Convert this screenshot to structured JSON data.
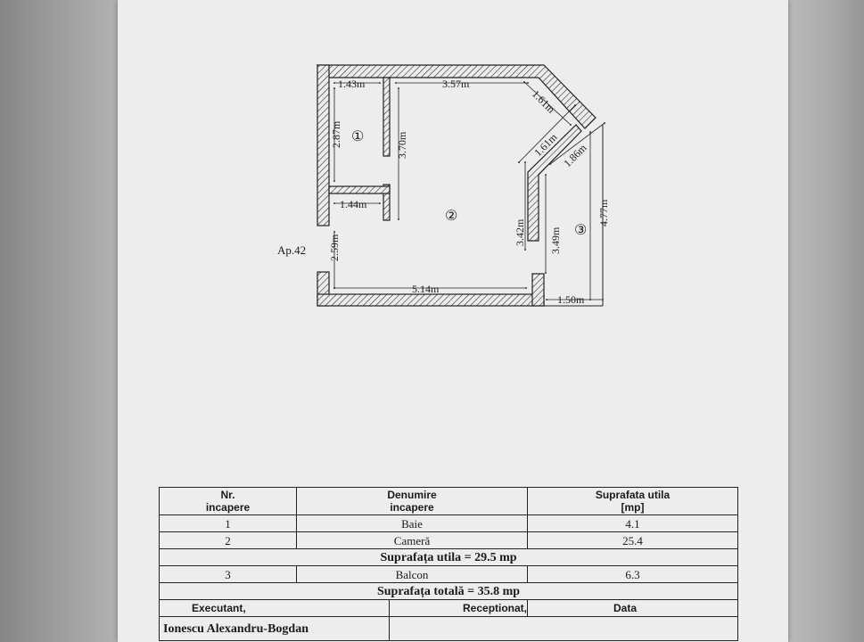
{
  "plan": {
    "apartment_label": "Ap.42",
    "dimensions": {
      "d_1_43": "1.43m",
      "d_3_57": "3.57m",
      "d_1_61_outer": "1.61m",
      "d_1_61_inner": "1.61m",
      "d_1_86": "1.86m",
      "d_2_87": "2.87m",
      "d_3_70": "3.70m",
      "d_1_44": "1.44m",
      "d_2_59": "2.59m",
      "d_5_14": "5.14m",
      "d_3_42": "3.42m",
      "d_3_49": "3.49m",
      "d_4_77": "4.77m",
      "d_1_50": "1.50m"
    },
    "room_markers": {
      "room1": "①",
      "room2": "②",
      "room3": "③"
    }
  },
  "table": {
    "headers": {
      "nr": "Nr.\nincapere",
      "name": "Denumire\nincapere",
      "area": "Suprafata utila\n[mp]"
    },
    "rows": [
      {
        "nr": "1",
        "name": "Baie",
        "area": "4.1"
      },
      {
        "nr": "2",
        "name": "Cameră",
        "area": "25.4"
      },
      {
        "summary": "Suprafața utila = 29.5 mp"
      },
      {
        "nr": "3",
        "name": "Balcon",
        "area": "6.3"
      },
      {
        "summary": "Suprafața totală = 35.8 mp"
      }
    ],
    "footer": {
      "executant_label": "Executant,",
      "receptionat_label": "Receptionat,",
      "data_label": "Data",
      "executant_name": "Ionescu Alexandru-Bogdan"
    }
  }
}
